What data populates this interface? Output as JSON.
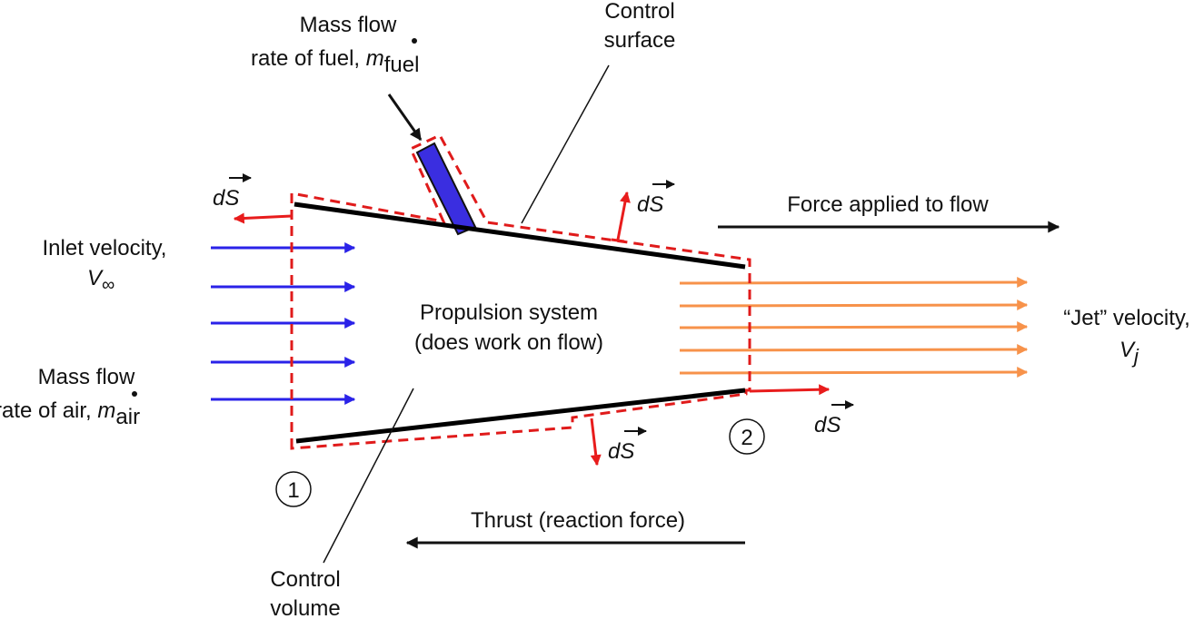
{
  "labels": {
    "fuel_line1": "Mass flow",
    "fuel_line2_prefix": "rate of fuel, ",
    "fuel_symbol": "m",
    "fuel_sub": "fuel",
    "cs_line1": "Control",
    "cs_line2": "surface",
    "ds": "dS",
    "force_applied": "Force applied to flow",
    "inlet_line1": "Inlet velocity,",
    "inlet_symbol": "V",
    "inlet_sub": "∞",
    "air_line1": "Mass flow",
    "air_line2_prefix": "rate of air, ",
    "air_symbol": "m",
    "air_sub": "air",
    "prop_line1": "Propulsion system",
    "prop_line2": "(does work on flow)",
    "jet_line1": "“Jet” velocity,",
    "jet_symbol": "V",
    "jet_sub": "j",
    "station1": "1",
    "station2": "2",
    "thrust": "Thrust (reaction force)",
    "cv_line1": "Control",
    "cv_line2": "volume"
  },
  "colors": {
    "inlet_arrows": "#2a22e8",
    "jet_arrows": "#f7924a",
    "control_surface": "#e01b1b",
    "ds_vectors": "#e81c1c",
    "fuel_injector": "#3a2ee0",
    "walls": "#000000"
  }
}
